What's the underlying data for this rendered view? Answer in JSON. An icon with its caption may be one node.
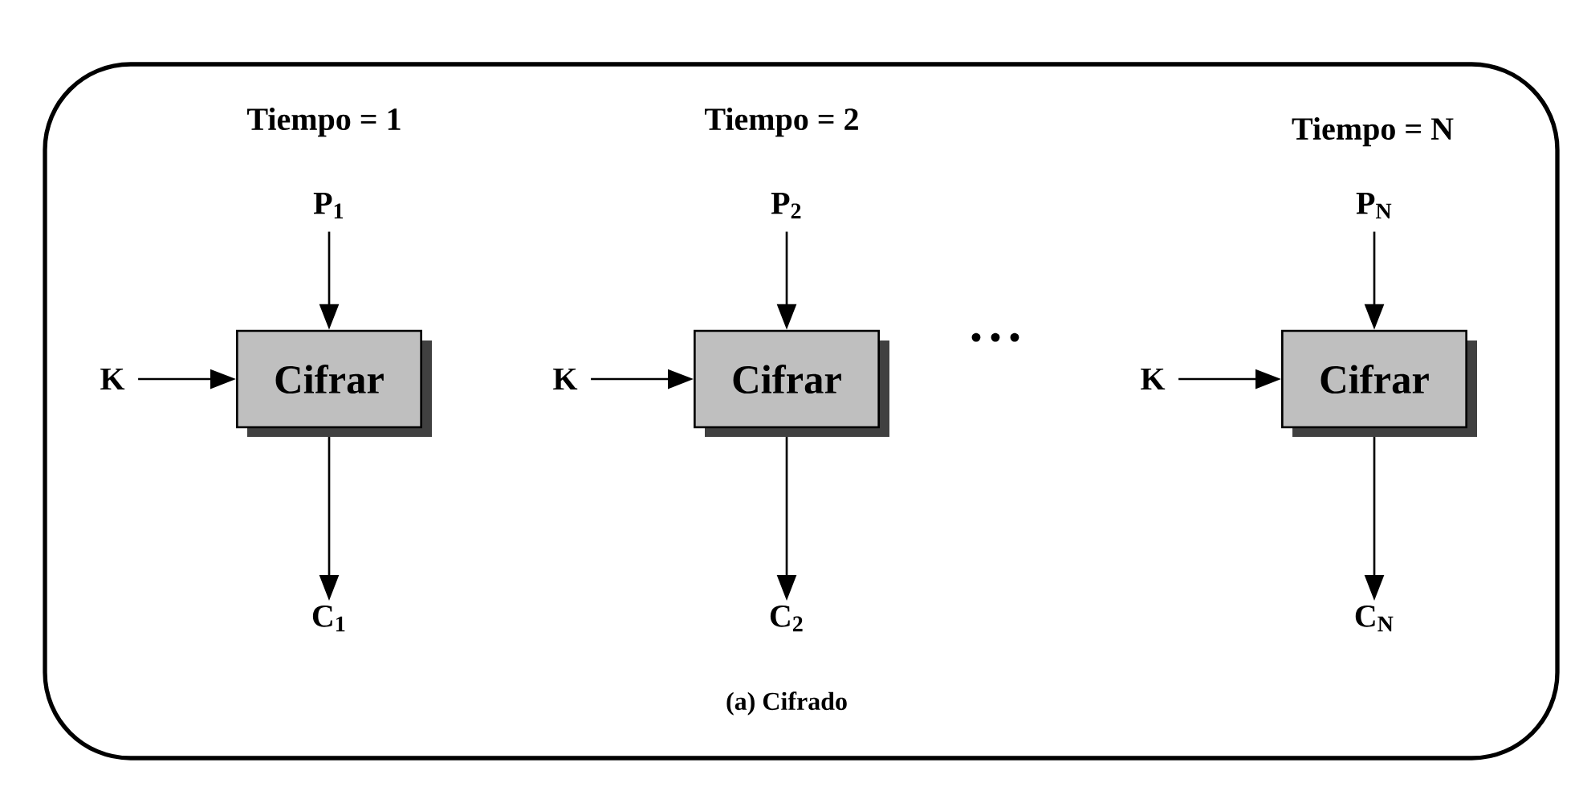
{
  "diagram": {
    "caption": "(a) Cifrado",
    "nodes": [
      {
        "text": [
          "P$_{1}$"
        ]
      },
      {
        "text": [
          "K"
        ]
      },
      {
        "text": [
          "Cifrar"
        ]
      },
      {
        "text": [
          "C$_{1}$"
        ]
      },
      {
        "text": [
          "P$_{2}$"
        ]
      },
      {
        "text": [
          "K"
        ]
      },
      {
        "text": [
          "Cifrar"
        ]
      },
      {
        "text": [
          "C$_{2}$"
        ]
      },
      {
        "text": [
          "P$_{N}$"
        ]
      },
      {
        "text": [
          "K"
        ]
      },
      {
        "text": [
          "Cifrar"
        ]
      },
      {
        "text": [
          "C$_{N}$"
        ]
      }
    ],
    "edges": [
      {
        "from": 0,
        "to": 2,
        "arrow": "to"
      },
      {
        "from": 1,
        "to": 2,
        "arrow": "to"
      },
      {
        "from": 2,
        "to": 3,
        "arrow": "to"
      },
      {
        "from": 4,
        "to": 6,
        "arrow": "to"
      },
      {
        "from": 5,
        "to": 6,
        "arrow": "to"
      },
      {
        "from": 6,
        "to": 7,
        "arrow": "to"
      },
      {
        "from": 8,
        "to": 10,
        "arrow": "to"
      },
      {
        "from": 9,
        "to": 10,
        "arrow": "to"
      },
      {
        "from": 10,
        "to": 11,
        "arrow": "to"
      }
    ],
    "labels": [
      "Tiempo = 1",
      "Tiempo = 2",
      "Tiempo = N",
      "• • •"
    ]
  }
}
